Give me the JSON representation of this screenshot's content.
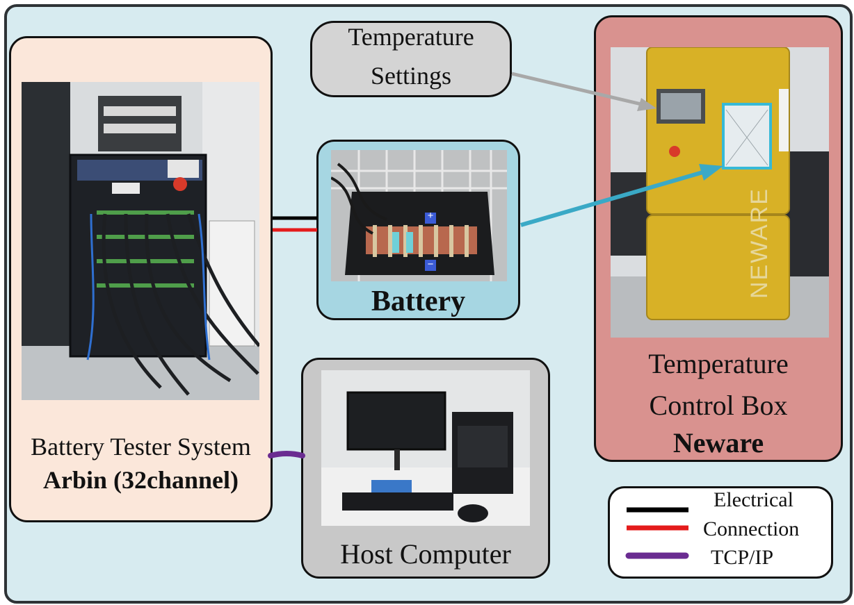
{
  "tester": {
    "label_line1": "Battery Tester System",
    "label_line2": "Arbin (32channel)"
  },
  "battery": {
    "label": "Battery",
    "plus_symbol": "+",
    "minus_symbol": "−"
  },
  "temperature_settings": {
    "line1": "Temperature",
    "line2": "Settings"
  },
  "control_box": {
    "line1": "Temperature",
    "line2": "Control Box",
    "line3": "Neware",
    "brand_mark": "NEWARE"
  },
  "host": {
    "label": "Host Computer"
  },
  "legend": {
    "electrical_line1": "Electrical",
    "electrical_line2": "Connection",
    "tcp": "TCP/IP"
  },
  "colors": {
    "background": "#d7ebf0",
    "tester_panel": "#fbe7da",
    "battery_panel": "#a6d6e2",
    "control_panel": "#d9928f",
    "host_panel": "#c8c8c8",
    "electrical_positive": "#e41b1b",
    "electrical_negative": "#000000",
    "tcp_ip": "#6a2c91",
    "arrow_gray": "#a8a8a8",
    "arrow_cyan": "#3aa9c6"
  }
}
